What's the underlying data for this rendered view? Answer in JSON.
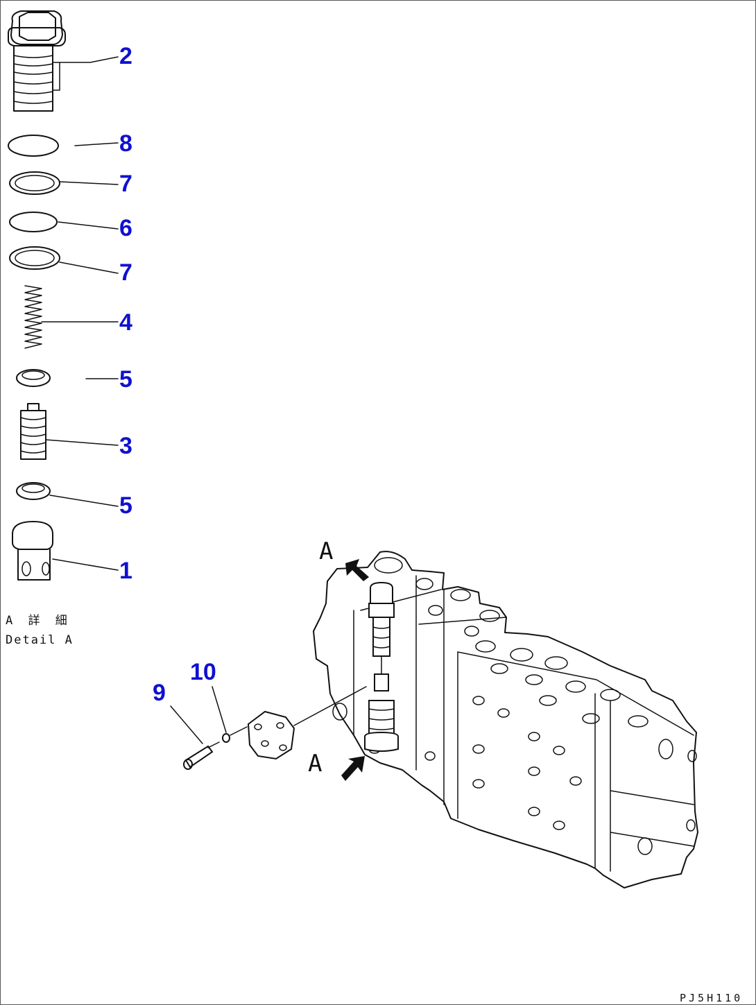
{
  "drawing_code": "PJ5H110",
  "detail_label": {
    "japanese": "A 詳 細",
    "english": "Detail A"
  },
  "view_markers": [
    "A",
    "A"
  ],
  "callouts": [
    {
      "id": "c2",
      "label": "2"
    },
    {
      "id": "c8",
      "label": "8"
    },
    {
      "id": "c7a",
      "label": "7"
    },
    {
      "id": "c6",
      "label": "6"
    },
    {
      "id": "c7b",
      "label": "7"
    },
    {
      "id": "c4",
      "label": "4"
    },
    {
      "id": "c5a",
      "label": "5"
    },
    {
      "id": "c3",
      "label": "3"
    },
    {
      "id": "c5b",
      "label": "5"
    },
    {
      "id": "c1",
      "label": "1"
    },
    {
      "id": "c9",
      "label": "9"
    },
    {
      "id": "c10",
      "label": "10"
    }
  ],
  "colors": {
    "callout": "#1010d0",
    "line": "#111111",
    "background": "#ffffff"
  }
}
